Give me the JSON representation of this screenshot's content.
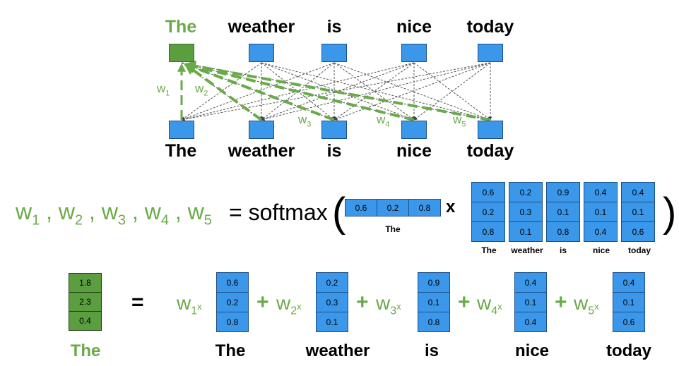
{
  "top_words": [
    "The",
    "weather",
    "is",
    "nice",
    "today"
  ],
  "bottom_words": [
    "The",
    "weather",
    "is",
    "nice",
    "today"
  ],
  "weight_labels": [
    {
      "base": "w",
      "sub": "1"
    },
    {
      "base": "w",
      "sub": "2"
    },
    {
      "base": "w",
      "sub": "3"
    },
    {
      "base": "w",
      "sub": "4"
    },
    {
      "base": "w",
      "sub": "5"
    }
  ],
  "equation": {
    "weights": [
      {
        "base": "w",
        "sub": "1"
      },
      {
        "base": "w",
        "sub": "2"
      },
      {
        "base": "w",
        "sub": "3"
      },
      {
        "base": "w",
        "sub": "4"
      },
      {
        "base": "w",
        "sub": "5"
      }
    ],
    "separator": ",",
    "softmax": "= softmax",
    "open_paren": "(",
    "close_paren": ")",
    "times": "x",
    "query_vector": [
      "0.6",
      "0.2",
      "0.8"
    ],
    "query_label": "The",
    "key_matrix": [
      {
        "label": "The",
        "values": [
          "0.6",
          "0.2",
          "0.8"
        ]
      },
      {
        "label": "weather",
        "values": [
          "0.2",
          "0.3",
          "0.1"
        ]
      },
      {
        "label": "is",
        "values": [
          "0.9",
          "0.1",
          "0.8"
        ]
      },
      {
        "label": "nice",
        "values": [
          "0.4",
          "0.1",
          "0.4"
        ]
      },
      {
        "label": "today",
        "values": [
          "0.4",
          "0.1",
          "0.6"
        ]
      }
    ]
  },
  "sum": {
    "result_vector": [
      "1.8",
      "2.3",
      "0.4"
    ],
    "result_label": "The",
    "equals": "=",
    "plus": "+",
    "times_symbol": "x",
    "terms": [
      {
        "weight": {
          "base": "w",
          "sub": "1"
        },
        "values": [
          "0.6",
          "0.2",
          "0.8"
        ],
        "label": "The"
      },
      {
        "weight": {
          "base": "w",
          "sub": "2"
        },
        "values": [
          "0.2",
          "0.3",
          "0.1"
        ],
        "label": "weather"
      },
      {
        "weight": {
          "base": "w",
          "sub": "3"
        },
        "values": [
          "0.9",
          "0.1",
          "0.8"
        ],
        "label": "is"
      },
      {
        "weight": {
          "base": "w",
          "sub": "4"
        },
        "values": [
          "0.4",
          "0.1",
          "0.4"
        ],
        "label": "nice"
      },
      {
        "weight": {
          "base": "w",
          "sub": "5"
        },
        "values": [
          "0.4",
          "0.1",
          "0.6"
        ],
        "label": "today"
      }
    ]
  },
  "colors": {
    "green_text": "#6aaa48",
    "green_box": "#5b9e40",
    "blue_box": "#3b97ea",
    "blue_border": "#1d4f86"
  }
}
